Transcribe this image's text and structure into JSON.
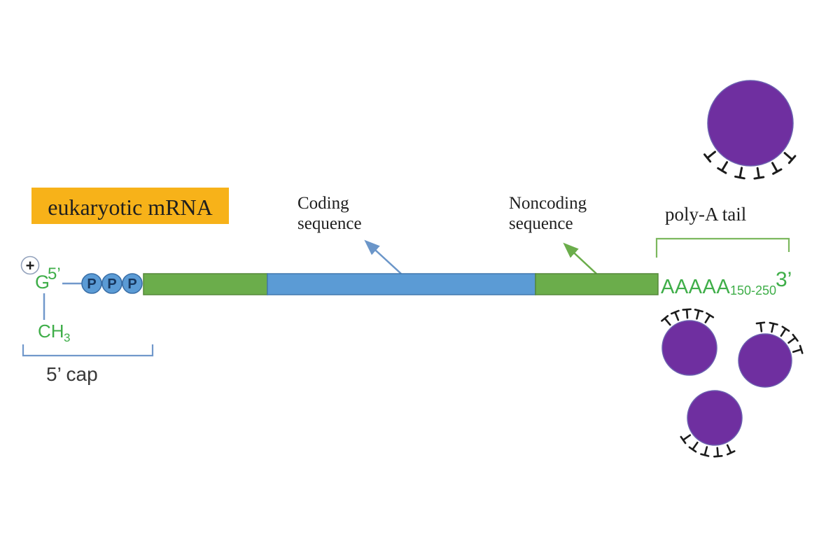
{
  "diagram": {
    "title": "eukaryotic mRNA",
    "cap_label": "5’ cap",
    "coding_label_line1": "Coding",
    "coding_label_line2": "sequence",
    "noncoding_label_line1": "Noncoding",
    "noncoding_label_line2": "sequence",
    "polya_label": "poly-A tail",
    "plus_sign": "+",
    "g_base": "G",
    "five_prime": "5’",
    "methyl": "CH",
    "methyl_sub": "3",
    "phosphates": [
      "P",
      "P",
      "P"
    ],
    "tail_sequence": "AAAAA",
    "tail_subscript": "150-250",
    "three_prime": "3’"
  },
  "colors": {
    "highlight_orange": "#F7B219",
    "bar_green": "#6BAD4B",
    "bar_blue": "#5B9BD5",
    "text_green": "#3FAE49",
    "line_blue": "#7198CB",
    "bracket_green": "#7CB85E",
    "protein_purple": "#6F2FA0"
  }
}
